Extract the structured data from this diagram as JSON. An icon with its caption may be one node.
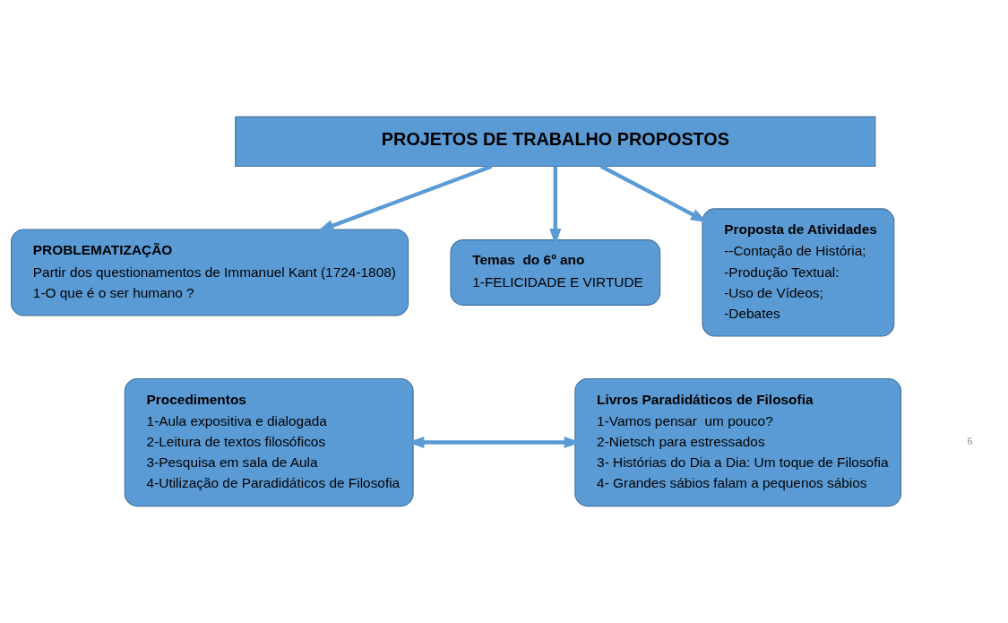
{
  "diagram": {
    "nodes": [
      {
        "text": [
          "PROJETOS DE TRABALHO PROPOSTOS"
        ]
      },
      {
        "text": [
          "PROBLEMATIZAÇÃO",
          "Partir dos questionamentos de Immanuel Kant (1724-1808)",
          "1-O que é o ser humano ?"
        ]
      },
      {
        "text": [
          "Temas  do 6º ano",
          "1-FELICIDADE E VIRTUDE"
        ]
      },
      {
        "text": [
          "Proposta de Atividades",
          "--Contação de História;",
          "-Produção Textual:",
          "-Uso de Vídeos;",
          "-Debates"
        ]
      },
      {
        "text": [
          "Procedimentos",
          "1-Aula expositiva e dialogada",
          "2-Leitura de textos filosóficos",
          "3-Pesquisa em sala de Aula",
          "4-Utilização de Paradidáticos de Filosofia"
        ]
      },
      {
        "text": [
          "Livros Paradidáticos de Filosofia",
          "1-Vamos pensar  um pouco?",
          "2-Nietsch para estressados",
          "3- Histórias do Dia a Dia: Um toque de Filosofia",
          "4- Grandes sábios falam a pequenos sábios"
        ]
      }
    ],
    "edges": [
      {
        "from": 0,
        "to": 1,
        "arrow": "to"
      },
      {
        "from": 0,
        "to": 2,
        "arrow": "to"
      },
      {
        "from": 0,
        "to": 3,
        "arrow": "to"
      },
      {
        "from": 4,
        "to": 5,
        "arrow": "both"
      }
    ],
    "labels": [
      "6"
    ]
  }
}
